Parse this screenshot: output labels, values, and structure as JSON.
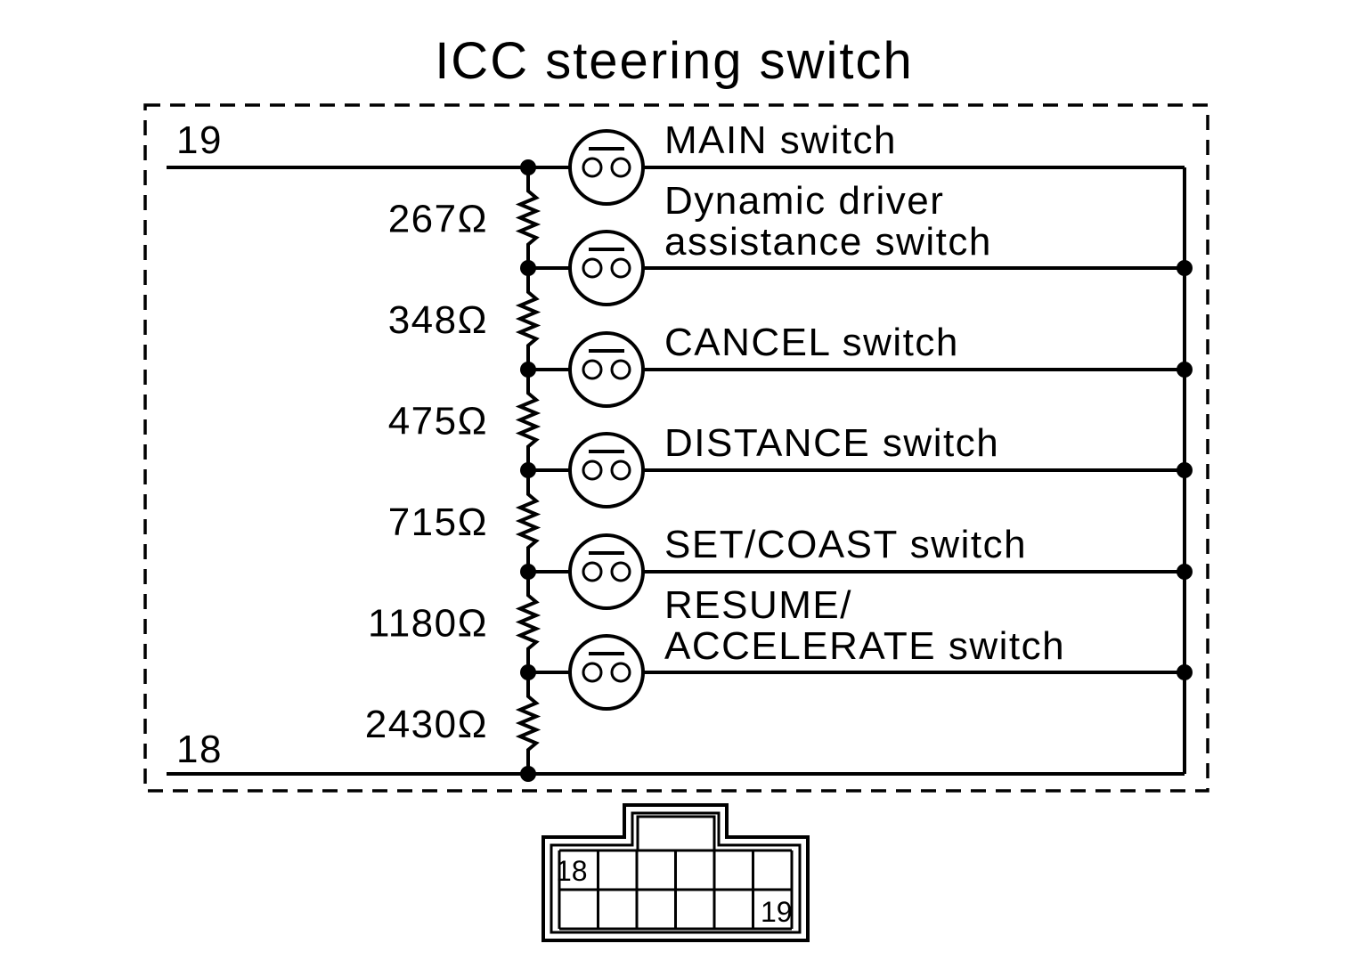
{
  "title": "ICC steering switch",
  "terminals": {
    "top": "19",
    "bottom": "18"
  },
  "resistors": [
    "267Ω",
    "348Ω",
    "475Ω",
    "715Ω",
    "1180Ω",
    "2430Ω"
  ],
  "switches": [
    {
      "lines": [
        "MAIN switch"
      ]
    },
    {
      "lines": [
        "Dynamic driver",
        "assistance switch"
      ]
    },
    {
      "lines": [
        "CANCEL switch"
      ]
    },
    {
      "lines": [
        "DISTANCE switch"
      ]
    },
    {
      "lines": [
        "SET/COAST switch"
      ]
    },
    {
      "lines": [
        "RESUME/",
        "ACCELERATE switch"
      ]
    }
  ],
  "connector": {
    "pin_left": "18",
    "pin_right": "19"
  }
}
